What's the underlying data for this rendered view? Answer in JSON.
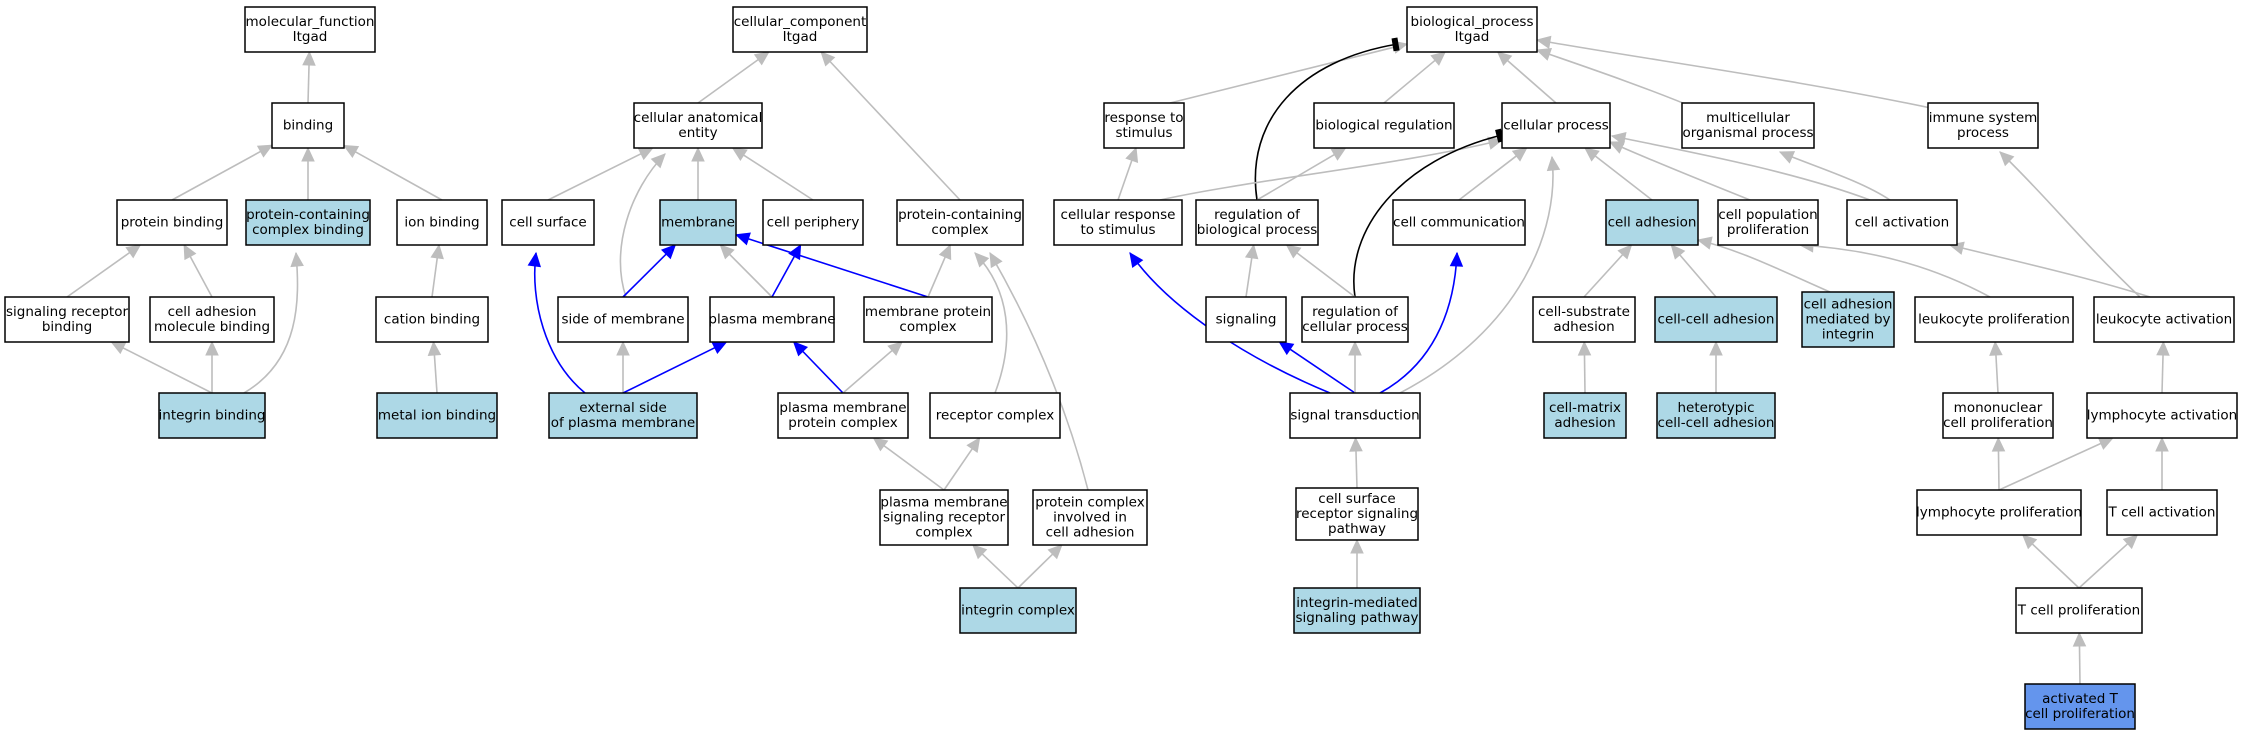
{
  "graph": {
    "colors": {
      "default_fill": "#ffffff",
      "highlight_fill": "#add8e6",
      "target_fill": "#6495ed",
      "edge_default": "#bdbdbd",
      "edge_blue": "#0000ff",
      "edge_black": "#000000"
    },
    "nodes": {
      "mf_root": {
        "lines": [
          "molecular_function",
          "Itgad"
        ],
        "fill": "#ffffff"
      },
      "binding": {
        "lines": [
          "binding"
        ],
        "fill": "#ffffff"
      },
      "protbind": {
        "lines": [
          "protein binding"
        ],
        "fill": "#ffffff"
      },
      "pcbind": {
        "lines": [
          "protein-containing",
          "complex binding"
        ],
        "fill": "#add8e6"
      },
      "ionbind": {
        "lines": [
          "ion binding"
        ],
        "fill": "#ffffff"
      },
      "sigrec": {
        "lines": [
          "signaling receptor",
          "binding"
        ],
        "fill": "#ffffff"
      },
      "cellmol": {
        "lines": [
          "cell adhesion",
          "molecule binding"
        ],
        "fill": "#ffffff"
      },
      "cation": {
        "lines": [
          "cation binding"
        ],
        "fill": "#ffffff"
      },
      "intbind": {
        "lines": [
          "integrin binding"
        ],
        "fill": "#add8e6"
      },
      "metalion": {
        "lines": [
          "metal ion binding"
        ],
        "fill": "#add8e6"
      },
      "cc_root": {
        "lines": [
          "cellular_component",
          "Itgad"
        ],
        "fill": "#ffffff"
      },
      "cae": {
        "lines": [
          "cellular anatomical",
          "entity"
        ],
        "fill": "#ffffff"
      },
      "cellsurf": {
        "lines": [
          "cell surface"
        ],
        "fill": "#ffffff"
      },
      "membrane": {
        "lines": [
          "membrane"
        ],
        "fill": "#add8e6"
      },
      "periph": {
        "lines": [
          "cell periphery"
        ],
        "fill": "#ffffff"
      },
      "pcc": {
        "lines": [
          "protein-containing",
          "complex"
        ],
        "fill": "#ffffff"
      },
      "sidemem": {
        "lines": [
          "side of membrane"
        ],
        "fill": "#ffffff"
      },
      "plasmem": {
        "lines": [
          "plasma membrane"
        ],
        "fill": "#ffffff"
      },
      "mpc": {
        "lines": [
          "membrane protein",
          "complex"
        ],
        "fill": "#ffffff"
      },
      "extside": {
        "lines": [
          "external side",
          "of plasma membrane"
        ],
        "fill": "#add8e6"
      },
      "pmpc": {
        "lines": [
          "plasma membrane",
          "protein complex"
        ],
        "fill": "#ffffff"
      },
      "reccomp": {
        "lines": [
          "receptor complex"
        ],
        "fill": "#ffffff"
      },
      "pmsrc": {
        "lines": [
          "plasma membrane",
          "signaling receptor",
          "complex"
        ],
        "fill": "#ffffff"
      },
      "pcica": {
        "lines": [
          "protein complex",
          "involved in",
          "cell adhesion"
        ],
        "fill": "#ffffff"
      },
      "intcomp": {
        "lines": [
          "integrin complex"
        ],
        "fill": "#add8e6"
      },
      "bp_root": {
        "lines": [
          "biological_process",
          "Itgad"
        ],
        "fill": "#ffffff"
      },
      "respstim": {
        "lines": [
          "response to",
          "stimulus"
        ],
        "fill": "#ffffff"
      },
      "bioreg": {
        "lines": [
          "biological regulation"
        ],
        "fill": "#ffffff"
      },
      "cellproc": {
        "lines": [
          "cellular process"
        ],
        "fill": "#ffffff"
      },
      "multi": {
        "lines": [
          "multicellular",
          "organismal process"
        ],
        "fill": "#ffffff"
      },
      "immune": {
        "lines": [
          "immune system",
          "process"
        ],
        "fill": "#ffffff"
      },
      "cellresp": {
        "lines": [
          "cellular response",
          "to stimulus"
        ],
        "fill": "#ffffff"
      },
      "regbio": {
        "lines": [
          "regulation of",
          "biological process"
        ],
        "fill": "#ffffff"
      },
      "cellcomm": {
        "lines": [
          "cell communication"
        ],
        "fill": "#ffffff"
      },
      "celladh": {
        "lines": [
          "cell adhesion"
        ],
        "fill": "#add8e6"
      },
      "cellpop": {
        "lines": [
          "cell population",
          "proliferation"
        ],
        "fill": "#ffffff"
      },
      "cellact": {
        "lines": [
          "cell activation"
        ],
        "fill": "#ffffff"
      },
      "signaling": {
        "lines": [
          "signaling"
        ],
        "fill": "#ffffff"
      },
      "regcell": {
        "lines": [
          "regulation of",
          "cellular process"
        ],
        "fill": "#ffffff"
      },
      "cellsub": {
        "lines": [
          "cell-substrate",
          "adhesion"
        ],
        "fill": "#ffffff"
      },
      "cellcell": {
        "lines": [
          "cell-cell adhesion"
        ],
        "fill": "#add8e6"
      },
      "cameint": {
        "lines": [
          "cell adhesion",
          "mediated by",
          "integrin"
        ],
        "fill": "#add8e6"
      },
      "leukprol": {
        "lines": [
          "leukocyte proliferation"
        ],
        "fill": "#ffffff"
      },
      "leukact": {
        "lines": [
          "leukocyte activation"
        ],
        "fill": "#ffffff"
      },
      "sigtrans": {
        "lines": [
          "signal transduction"
        ],
        "fill": "#ffffff"
      },
      "cellmat": {
        "lines": [
          "cell-matrix",
          "adhesion"
        ],
        "fill": "#add8e6"
      },
      "hetero": {
        "lines": [
          "heterotypic",
          "cell-cell adhesion"
        ],
        "fill": "#add8e6"
      },
      "mono": {
        "lines": [
          "mononuclear",
          "cell proliferation"
        ],
        "fill": "#ffffff"
      },
      "lymact": {
        "lines": [
          "lymphocyte activation"
        ],
        "fill": "#ffffff"
      },
      "csrsp": {
        "lines": [
          "cell surface",
          "receptor signaling",
          "pathway"
        ],
        "fill": "#ffffff"
      },
      "lymprol": {
        "lines": [
          "lymphocyte proliferation"
        ],
        "fill": "#ffffff"
      },
      "tcellact": {
        "lines": [
          "T cell activation"
        ],
        "fill": "#ffffff"
      },
      "intmed": {
        "lines": [
          "integrin-mediated",
          "signaling pathway"
        ],
        "fill": "#add8e6"
      },
      "tcellprol": {
        "lines": [
          "T cell proliferation"
        ],
        "fill": "#ffffff"
      },
      "acttcell": {
        "lines": [
          "activated T",
          "cell proliferation"
        ],
        "fill": "#6495ed"
      }
    },
    "edges": [
      {
        "from": "binding",
        "to": "mf_root",
        "kind": "is_a"
      },
      {
        "from": "protbind",
        "to": "binding",
        "kind": "is_a"
      },
      {
        "from": "pcbind",
        "to": "binding",
        "kind": "is_a"
      },
      {
        "from": "ionbind",
        "to": "binding",
        "kind": "is_a"
      },
      {
        "from": "sigrec",
        "to": "protbind",
        "kind": "is_a"
      },
      {
        "from": "cellmol",
        "to": "protbind",
        "kind": "is_a"
      },
      {
        "from": "cation",
        "to": "ionbind",
        "kind": "is_a"
      },
      {
        "from": "intbind",
        "to": "sigrec",
        "kind": "is_a"
      },
      {
        "from": "intbind",
        "to": "cellmol",
        "kind": "is_a"
      },
      {
        "from": "intbind",
        "to": "pcbind",
        "kind": "is_a"
      },
      {
        "from": "metalion",
        "to": "cation",
        "kind": "is_a"
      },
      {
        "from": "cae",
        "to": "cc_root",
        "kind": "is_a"
      },
      {
        "from": "pcc",
        "to": "cc_root",
        "kind": "is_a"
      },
      {
        "from": "cellsurf",
        "to": "cae",
        "kind": "is_a"
      },
      {
        "from": "membrane",
        "to": "cae",
        "kind": "is_a"
      },
      {
        "from": "periph",
        "to": "cae",
        "kind": "is_a"
      },
      {
        "from": "sidemem",
        "to": "cae",
        "kind": "is_a"
      },
      {
        "from": "sidemem",
        "to": "membrane",
        "kind": "part_of"
      },
      {
        "from": "plasmem",
        "to": "membrane",
        "kind": "is_a"
      },
      {
        "from": "plasmem",
        "to": "periph",
        "kind": "part_of"
      },
      {
        "from": "mpc",
        "to": "membrane",
        "kind": "part_of"
      },
      {
        "from": "mpc",
        "to": "pcc",
        "kind": "is_a"
      },
      {
        "from": "extside",
        "to": "cellsurf",
        "kind": "part_of"
      },
      {
        "from": "extside",
        "to": "sidemem",
        "kind": "is_a"
      },
      {
        "from": "extside",
        "to": "plasmem",
        "kind": "part_of"
      },
      {
        "from": "pmpc",
        "to": "plasmem",
        "kind": "part_of"
      },
      {
        "from": "pmpc",
        "to": "mpc",
        "kind": "is_a"
      },
      {
        "from": "reccomp",
        "to": "pcc",
        "kind": "is_a"
      },
      {
        "from": "pmsrc",
        "to": "pmpc",
        "kind": "is_a"
      },
      {
        "from": "pmsrc",
        "to": "reccomp",
        "kind": "is_a"
      },
      {
        "from": "pcica",
        "to": "pcc",
        "kind": "is_a"
      },
      {
        "from": "intcomp",
        "to": "pmsrc",
        "kind": "is_a"
      },
      {
        "from": "intcomp",
        "to": "pcica",
        "kind": "is_a"
      },
      {
        "from": "respstim",
        "to": "bp_root",
        "kind": "is_a"
      },
      {
        "from": "bioreg",
        "to": "bp_root",
        "kind": "is_a"
      },
      {
        "from": "cellproc",
        "to": "bp_root",
        "kind": "is_a"
      },
      {
        "from": "multi",
        "to": "bp_root",
        "kind": "is_a"
      },
      {
        "from": "immune",
        "to": "bp_root",
        "kind": "is_a"
      },
      {
        "from": "regbio",
        "to": "bp_root",
        "kind": "regulates"
      },
      {
        "from": "cellresp",
        "to": "respstim",
        "kind": "is_a"
      },
      {
        "from": "cellresp",
        "to": "cellproc",
        "kind": "is_a"
      },
      {
        "from": "regbio",
        "to": "bioreg",
        "kind": "is_a"
      },
      {
        "from": "regcell",
        "to": "cellproc",
        "kind": "regulates"
      },
      {
        "from": "cellcomm",
        "to": "cellproc",
        "kind": "is_a"
      },
      {
        "from": "celladh",
        "to": "cellproc",
        "kind": "is_a"
      },
      {
        "from": "cellpop",
        "to": "cellproc",
        "kind": "is_a"
      },
      {
        "from": "cellact",
        "to": "cellproc",
        "kind": "is_a"
      },
      {
        "from": "cellact",
        "to": "multi",
        "kind": "is_a"
      },
      {
        "from": "sigtrans",
        "to": "cellproc",
        "kind": "is_a"
      },
      {
        "from": "signaling",
        "to": "regbio",
        "kind": "is_a"
      },
      {
        "from": "regcell",
        "to": "regbio",
        "kind": "is_a"
      },
      {
        "from": "sigtrans",
        "to": "cellresp",
        "kind": "part_of"
      },
      {
        "from": "sigtrans",
        "to": "signaling",
        "kind": "part_of"
      },
      {
        "from": "sigtrans",
        "to": "regcell",
        "kind": "is_a"
      },
      {
        "from": "sigtrans",
        "to": "cellcomm",
        "kind": "part_of"
      },
      {
        "from": "cellsub",
        "to": "celladh",
        "kind": "is_a"
      },
      {
        "from": "cellcell",
        "to": "celladh",
        "kind": "is_a"
      },
      {
        "from": "cameint",
        "to": "celladh",
        "kind": "is_a"
      },
      {
        "from": "leukprol",
        "to": "cellpop",
        "kind": "is_a"
      },
      {
        "from": "leukact",
        "to": "cellact",
        "kind": "is_a"
      },
      {
        "from": "leukact",
        "to": "immune",
        "kind": "is_a"
      },
      {
        "from": "cellmat",
        "to": "cellsub",
        "kind": "is_a"
      },
      {
        "from": "hetero",
        "to": "cellcell",
        "kind": "is_a"
      },
      {
        "from": "mono",
        "to": "leukprol",
        "kind": "is_a"
      },
      {
        "from": "lymact",
        "to": "leukact",
        "kind": "is_a"
      },
      {
        "from": "csrsp",
        "to": "sigtrans",
        "kind": "is_a"
      },
      {
        "from": "lymprol",
        "to": "mono",
        "kind": "is_a"
      },
      {
        "from": "lymprol",
        "to": "lymact",
        "kind": "is_a"
      },
      {
        "from": "tcellact",
        "to": "lymact",
        "kind": "is_a"
      },
      {
        "from": "intmed",
        "to": "csrsp",
        "kind": "is_a"
      },
      {
        "from": "tcellprol",
        "to": "lymprol",
        "kind": "is_a"
      },
      {
        "from": "tcellprol",
        "to": "tcellact",
        "kind": "is_a"
      },
      {
        "from": "acttcell",
        "to": "tcellprol",
        "kind": "is_a"
      }
    ]
  }
}
